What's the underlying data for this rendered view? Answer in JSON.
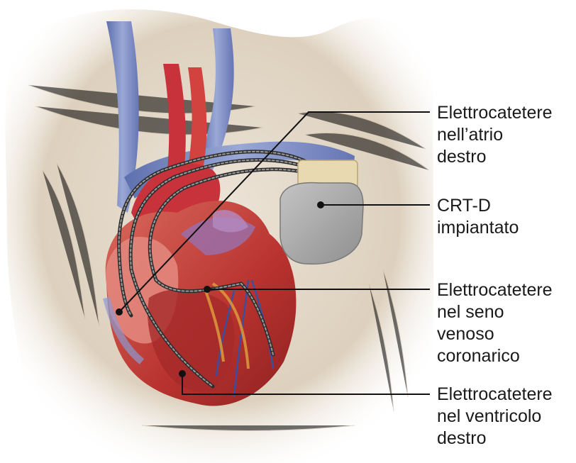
{
  "labels": [
    {
      "id": "ra-lead",
      "lines": [
        "Elettrocatetere",
        "nell’atrio",
        "destro"
      ]
    },
    {
      "id": "device",
      "lines": [
        "CRT-D",
        "impiantato"
      ]
    },
    {
      "id": "cs-lead",
      "lines": [
        "Elettrocatetere",
        "nel seno",
        "venoso",
        "coronarico"
      ]
    },
    {
      "id": "rv-lead",
      "lines": [
        "Elettrocatetere",
        "nel ventricolo",
        "destro"
      ]
    }
  ],
  "colors": {
    "skin": "#e9e0d4",
    "vein": "#7f8fc4",
    "artery": "#c8323a",
    "heart": "#c94a42",
    "device": "#a9a9a9",
    "leader_line": "#111111"
  }
}
